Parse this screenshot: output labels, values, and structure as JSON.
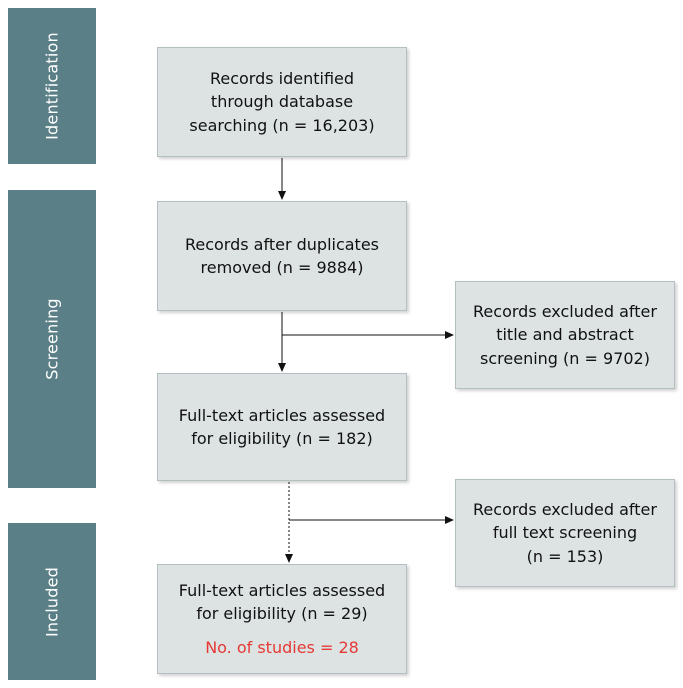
{
  "stages": {
    "identification": "Identification",
    "screening": "Screening",
    "included": "Included"
  },
  "boxes": {
    "identified": [
      "Records identified",
      "through database",
      "searching (n = 16,203)"
    ],
    "after_duplicates": [
      "Records after duplicates",
      "removed (n = 9884)"
    ],
    "excluded_title": [
      "Records excluded after",
      "title and abstract",
      "screening (n = 9702)"
    ],
    "fulltext_assessed": [
      "Full-text articles assessed",
      "for eligibility (n = 182)"
    ],
    "excluded_fulltext": [
      "Records excluded after",
      "full text screening",
      "(n = 153)"
    ],
    "included_assessed": [
      "Full-text articles assessed",
      "for eligibility (n = 29)"
    ],
    "studies_count": "No. of studies = 28"
  },
  "colors": {
    "stage_fill": "#5b7f86",
    "box_fill": "#dde3e3",
    "highlight": "#e53935"
  }
}
